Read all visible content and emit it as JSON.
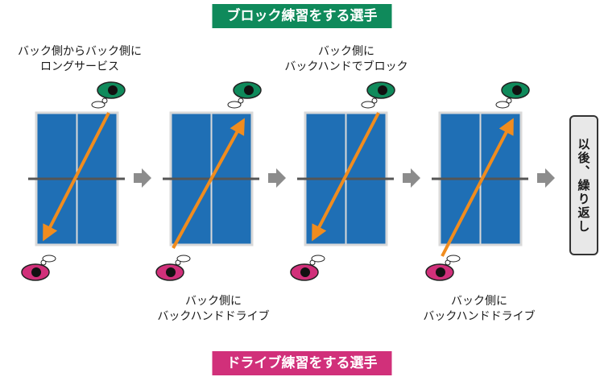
{
  "banners": {
    "top": "ブロック練習をする選手",
    "bottom": "ドライブ練習をする選手"
  },
  "notes": {
    "step1": [
      "バック側からバック側に",
      "ロングサービス"
    ],
    "step2": [
      "バック側に",
      "バックハンドでブロック"
    ],
    "step3": [
      "バック側に",
      "バックハンドドライブ"
    ],
    "step4": [
      "バック側に",
      "バックハンドドライブ"
    ]
  },
  "repeat_label": "以後、繰り返し",
  "colors": {
    "table": "#1f6fb5",
    "net": "#555555",
    "ball_path": "#f08c1e",
    "top_player_eye": "#0f8a5b",
    "bottom_player_eye": "#d1307a",
    "step_arrow": "#8c8c8c"
  },
  "icons": [
    "eye-icon",
    "arrow-right-icon"
  ]
}
